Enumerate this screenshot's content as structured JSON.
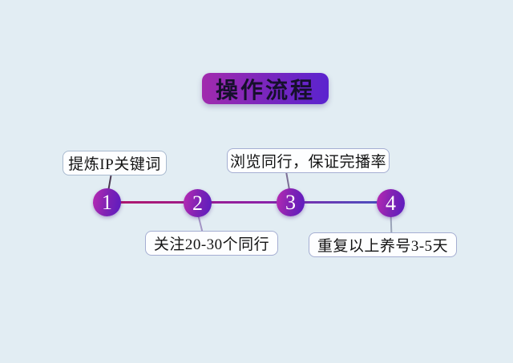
{
  "title": {
    "text": "操作流程"
  },
  "steps": [
    {
      "number": "1",
      "label": "提炼IP关键词",
      "label_position": "above"
    },
    {
      "number": "2",
      "label": "关注20-30个同行",
      "label_position": "below"
    },
    {
      "number": "3",
      "label": "浏览同行，保证完播率",
      "label_position": "above"
    },
    {
      "number": "4",
      "label": "重复以上养号3-5天",
      "label_position": "below"
    }
  ],
  "colors": {
    "background": "#e2edf3",
    "title_gradient_left": "#a22bad",
    "title_gradient_right": "#5a23cf",
    "title_text": "#16102c",
    "timeline_gradient": [
      "#b21667",
      "#8c22a8",
      "#4553c0"
    ],
    "node_gradient_left": "#b92ab2",
    "node_gradient_right": "#5b1cc0",
    "node_number_text": "#ffffff",
    "label_box_background": "#fdfeff",
    "label_box_border": "#a5aed2",
    "label_text": "#131313"
  }
}
